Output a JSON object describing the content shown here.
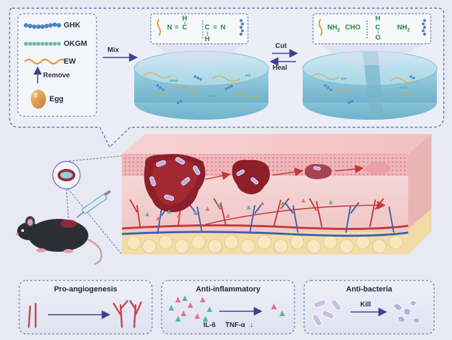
{
  "legend": {
    "items": [
      {
        "label": "GHK"
      },
      {
        "label": "OKGM"
      },
      {
        "label": "EW"
      },
      {
        "label": "Remove"
      },
      {
        "label": "Egg"
      }
    ]
  },
  "process": {
    "mix_label": "Mix",
    "cut_label": "Cut",
    "heal_label": "Heal"
  },
  "chem": {
    "left": {
      "n1": "N",
      "eq1": "=",
      "c1": "C",
      "h1": "H",
      "h2": "H",
      "c2": "C",
      "eq2": "=",
      "n2": "N"
    },
    "right": {
      "nh2_a": "NH",
      "sub_a": "2",
      "cho": "CHO",
      "c": "C",
      "h": "H",
      "o": "O",
      "nh2_b": "NH",
      "sub_b": "2"
    }
  },
  "panels": {
    "angio": {
      "title": "Pro-angiogenesis"
    },
    "inflam": {
      "title": "Anti-inflammatory",
      "il6": "IL-6",
      "tnf": "TNF-α",
      "down_arrow": "↓"
    },
    "bact": {
      "title": "Anti-bacteria",
      "kill_label": "Kill"
    }
  },
  "colors": {
    "background": "#e7e9f3",
    "accent_navy": "#3d3f8f",
    "chem_green": "#1f8a3a",
    "blood_red": "#b3262f",
    "wound": "#8e1f2a",
    "skin_pink": "#f2c3c3"
  }
}
